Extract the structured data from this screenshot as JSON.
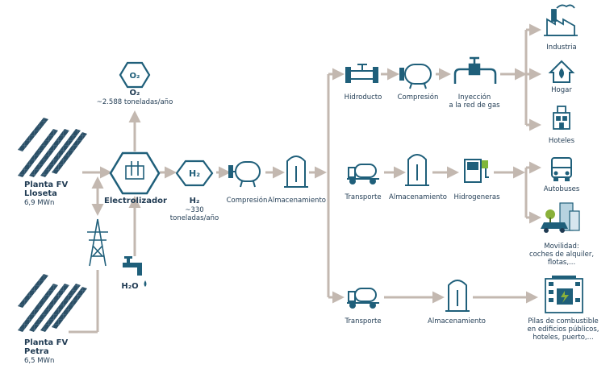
{
  "sources": {
    "lloseta": {
      "name_line1": "Planta FV",
      "name_line2": "Lloseta",
      "capacity": "6,9 MWn"
    },
    "petra": {
      "name_line1": "Planta FV",
      "name_line2": "Petra",
      "capacity": "6,5 MWn"
    }
  },
  "electrolyzer": {
    "label": "Electrolizador"
  },
  "oxygen": {
    "formula": "O₂",
    "amount": "~2.588 toneladas/año"
  },
  "water": {
    "formula": "H₂O"
  },
  "hydrogen": {
    "formula": "H₂",
    "amount_line1": "~330",
    "amount_line2": "toneladas/año"
  },
  "main_chain": {
    "compression": "Compresión",
    "storage": "Almacenamiento"
  },
  "branch_top": {
    "pipeline": "Hidroducto",
    "compression": "Compresión",
    "injection_line1": "Inyección",
    "injection_line2": "a la red de gas",
    "uses": [
      "Industria",
      "Hogar",
      "Hoteles"
    ]
  },
  "branch_mid": {
    "transport": "Transporte",
    "storage": "Almacenamiento",
    "station": "Hidrogeneras",
    "uses": {
      "buses": "Autobuses",
      "mobility_line1": "Movilidad:",
      "mobility_line2": "coches de alquiler,",
      "mobility_line3": "flotas,..."
    }
  },
  "branch_bottom": {
    "transport": "Transporte",
    "storage": "Almacenamiento",
    "use_line1": "Pilas de combustible",
    "use_line2": "en edificios públicos,",
    "use_line3": "hoteles, puerto,..."
  },
  "colors": {
    "icon": "#1f5f7a",
    "arrow": "#c3b8b0",
    "text": "#1f3a52",
    "panel": "#2b4f66"
  }
}
